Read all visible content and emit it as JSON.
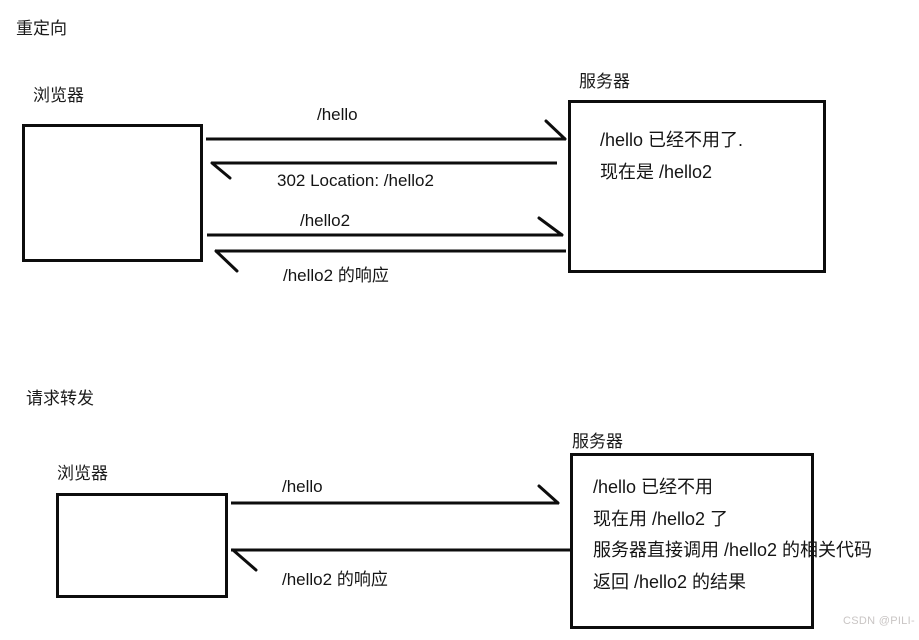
{
  "watermark": "CSDN @PILI-",
  "redirect": {
    "title": "重定向",
    "browser_label": "浏览器",
    "server_label": "服务器",
    "server_text": [
      "/hello 已经不用了.",
      "现在是 /hello2"
    ],
    "arrow_labels": {
      "request1": "/hello",
      "response1": "302 Location: /hello2",
      "request2": "/hello2",
      "response2": "/hello2 的响应"
    }
  },
  "forward": {
    "title": "请求转发",
    "browser_label": "浏览器",
    "server_label": "服务器",
    "server_text": [
      "/hello 已经不用",
      "现在用 /hello2 了",
      "服务器直接调用 /hello2 的相关代码",
      "返回 /hello2 的结果"
    ],
    "arrow_labels": {
      "request1": "/hello",
      "response1": "/hello2 的响应"
    }
  }
}
